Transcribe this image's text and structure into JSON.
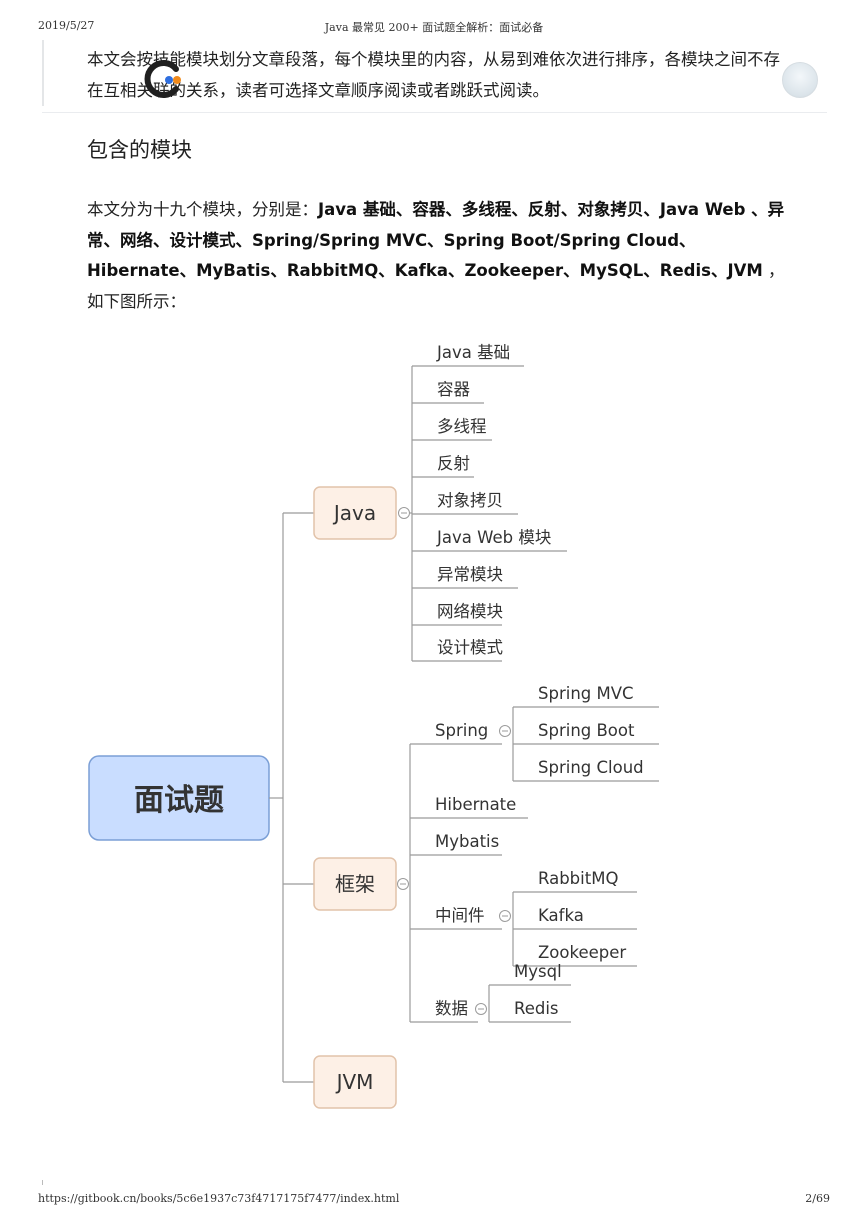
{
  "header": {
    "date": "2019/5/27",
    "title": "Java 最常见 200+ 面试题全解析：面试必备"
  },
  "footer": {
    "url": "https://gitbook.cn/books/5c6e1937c73f4717175f7477/index.html",
    "page": "2/69"
  },
  "intro": {
    "text": "本文会按技能模块划分文章段落，每个模块里的内容，从易到难依次进行排序，各模块之间不存在互相关联的关系，读者可选择文章顺序阅读或者跳跃式阅读。"
  },
  "section": {
    "title": "包含的模块"
  },
  "paragraph": {
    "lead": "本文分为十九个模块，分别是：",
    "modules": "Java 基础、容器、多线程、反射、对象拷贝、Java Web 、异常、网络、设计模式、Spring/Spring MVC、Spring Boot/Spring Cloud、Hibernate、MyBatis、RabbitMQ、Kafka、Zookeeper、MySQL、Redis、JVM",
    "tail": " ，如下图所示："
  },
  "mindmap": {
    "root": "面试题",
    "branches": [
      {
        "label": "Java",
        "children": [
          "Java 基础",
          "容器",
          "多线程",
          "反射",
          "对象拷贝",
          "Java Web 模块",
          "异常模块",
          "网络模块",
          "设计模式"
        ]
      },
      {
        "label": "框架",
        "groups": [
          {
            "label": "Spring",
            "children": [
              "Spring MVC",
              "Spring Boot",
              "Spring Cloud"
            ]
          },
          {
            "label": "Hibernate",
            "children": []
          },
          {
            "label": "Mybatis",
            "children": []
          },
          {
            "label": "中间件",
            "children": [
              "RabbitMQ",
              "Kafka",
              "Zookeeper"
            ]
          },
          {
            "label": "数据",
            "children": [
              "Mysql",
              "Redis"
            ]
          }
        ]
      },
      {
        "label": "JVM",
        "children": []
      }
    ]
  },
  "colors": {
    "root_fill": "#c9ddff",
    "root_stroke": "#7b9fd6",
    "branch_fill": "#fdf0e6",
    "branch_stroke": "#e2c3aa",
    "line": "#9b9b9b"
  }
}
